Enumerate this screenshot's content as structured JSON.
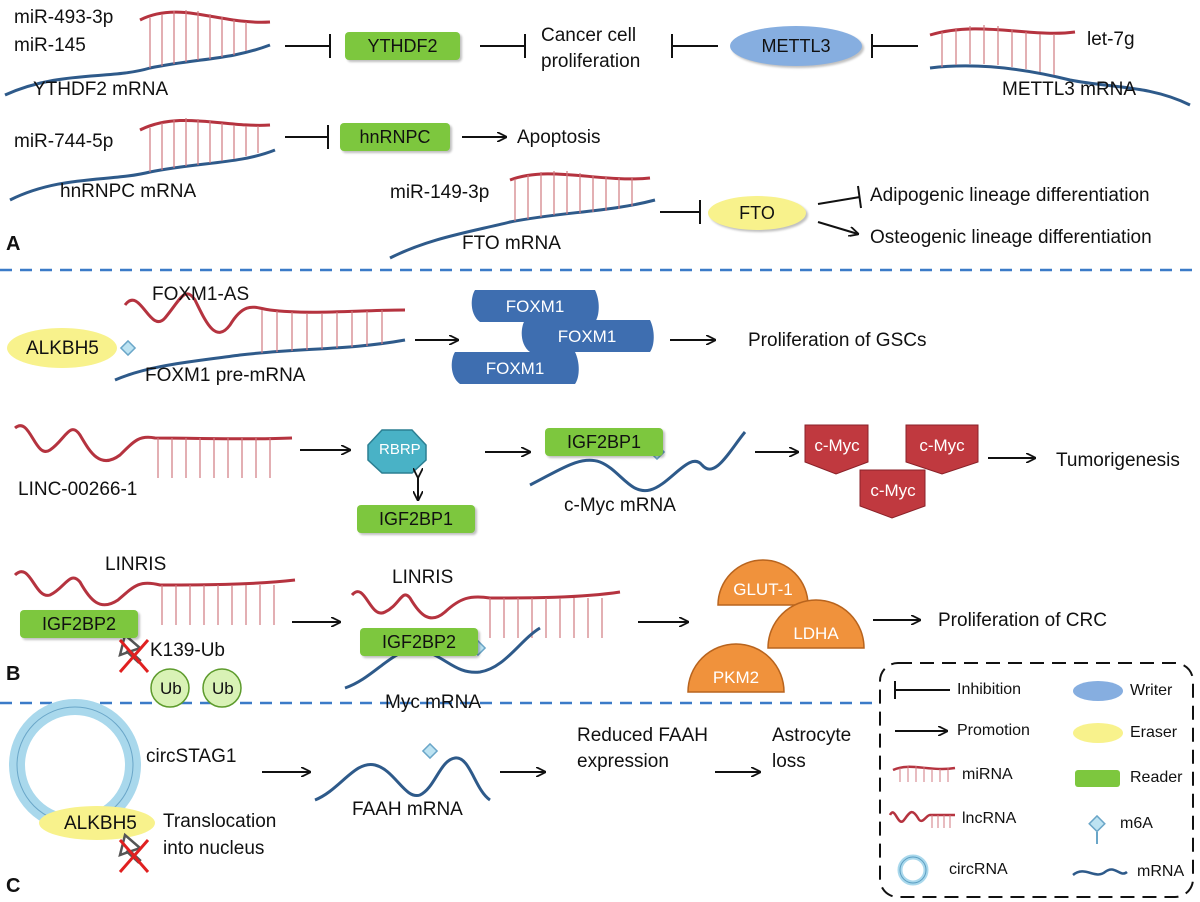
{
  "panel_a": {
    "letter": "A",
    "mir493": "miR-493-3p",
    "mir145": "miR-145",
    "ythdf2_mrna": "YTHDF2 mRNA",
    "ythdf2": "YTHDF2",
    "cancer_line1": "Cancer cell",
    "cancer_line2": "proliferation",
    "mettl3": "METTL3",
    "let7g": "let-7g",
    "mettl3_mrna": "METTL3 mRNA",
    "mir744": "miR-744-5p",
    "hnrnpc_mrna": "hnRNPC mRNA",
    "hnrnpc": "hnRNPC",
    "apoptosis": "Apoptosis",
    "mir149": "miR-149-3p",
    "fto_mrna": "FTO mRNA",
    "fto": "FTO",
    "adipogenic": "Adipogenic lineage differentiation",
    "osteogenic": "Osteogenic lineage differentiation"
  },
  "panel_b": {
    "letter": "B",
    "foxm1_as": "FOXM1-AS",
    "alkbh5": "ALKBH5",
    "foxm1_pre": "FOXM1 pre-mRNA",
    "foxm1": "FOXM1",
    "prolif_gscs": "Proliferation of  GSCs",
    "linc": "LINC-00266-1",
    "rbrp": "RBRP",
    "igf2bp1": "IGF2BP1",
    "cmyc_mrna": "c-Myc mRNA",
    "cmyc": "c-Myc",
    "tumorigenesis": "Tumorigenesis",
    "linris": "LINRIS",
    "igf2bp2": "IGF2BP2",
    "k139": "K139-Ub",
    "ub": "Ub",
    "myc_mrna": "Myc mRNA",
    "glut1": "GLUT-1",
    "ldha": "LDHA",
    "pkm2": "PKM2",
    "prolif_crc": "Proliferation of  CRC"
  },
  "panel_c": {
    "letter": "C",
    "circstag1": "circSTAG1",
    "alkbh5": "ALKBH5",
    "transloc_line1": "Translocation",
    "transloc_line2": "into nucleus",
    "faah_mrna": "FAAH mRNA",
    "reduced_line1": "Reduced FAAH",
    "reduced_line2": "expression",
    "astro_line1": "Astrocyte",
    "astro_line2": "loss"
  },
  "legend": {
    "inhibition": "Inhibition",
    "promotion": "Promotion",
    "mirna": "miRNA",
    "lncrna": "lncRNA",
    "circrna": "circRNA",
    "writer": "Writer",
    "eraser": "Eraser",
    "reader": "Reader",
    "m6a": "m6A",
    "mrna": "mRNA"
  },
  "colors": {
    "mirna": "#b5333f",
    "mrna": "#2e5a8a",
    "reader": "#7dc73e",
    "eraser": "#f8f28c",
    "writer": "#86aee0",
    "cmyc": "#c0393f",
    "foxm1": "#3e6eb0",
    "enzyme": "#f0923c",
    "rbrp": "#49b2c6",
    "divider": "#3b7bc8"
  }
}
